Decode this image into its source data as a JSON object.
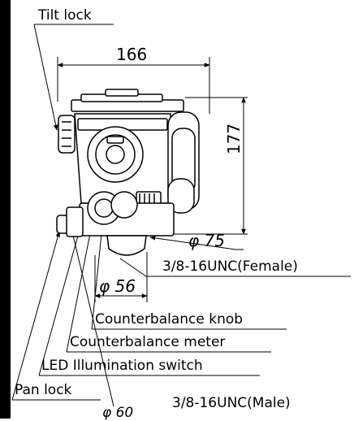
{
  "callouts": {
    "tilt_lock": "Tilt lock",
    "counterbalance_knob": "Counterbalance knob",
    "counterbalance_meter": "Counterbalance meter",
    "led_switch": "LED Illumination switch",
    "pan_lock": "Pan lock",
    "thread_female": "3/8-16UNC(Female)",
    "thread_male": "3/8-16UNC(Male)"
  },
  "dimensions": {
    "width": "166",
    "height": "177",
    "dia_75": "φ 75",
    "dia_56": "φ 56",
    "dia_60": "φ 60"
  },
  "colors": {
    "line": "#000000",
    "background": "#ffffff"
  }
}
